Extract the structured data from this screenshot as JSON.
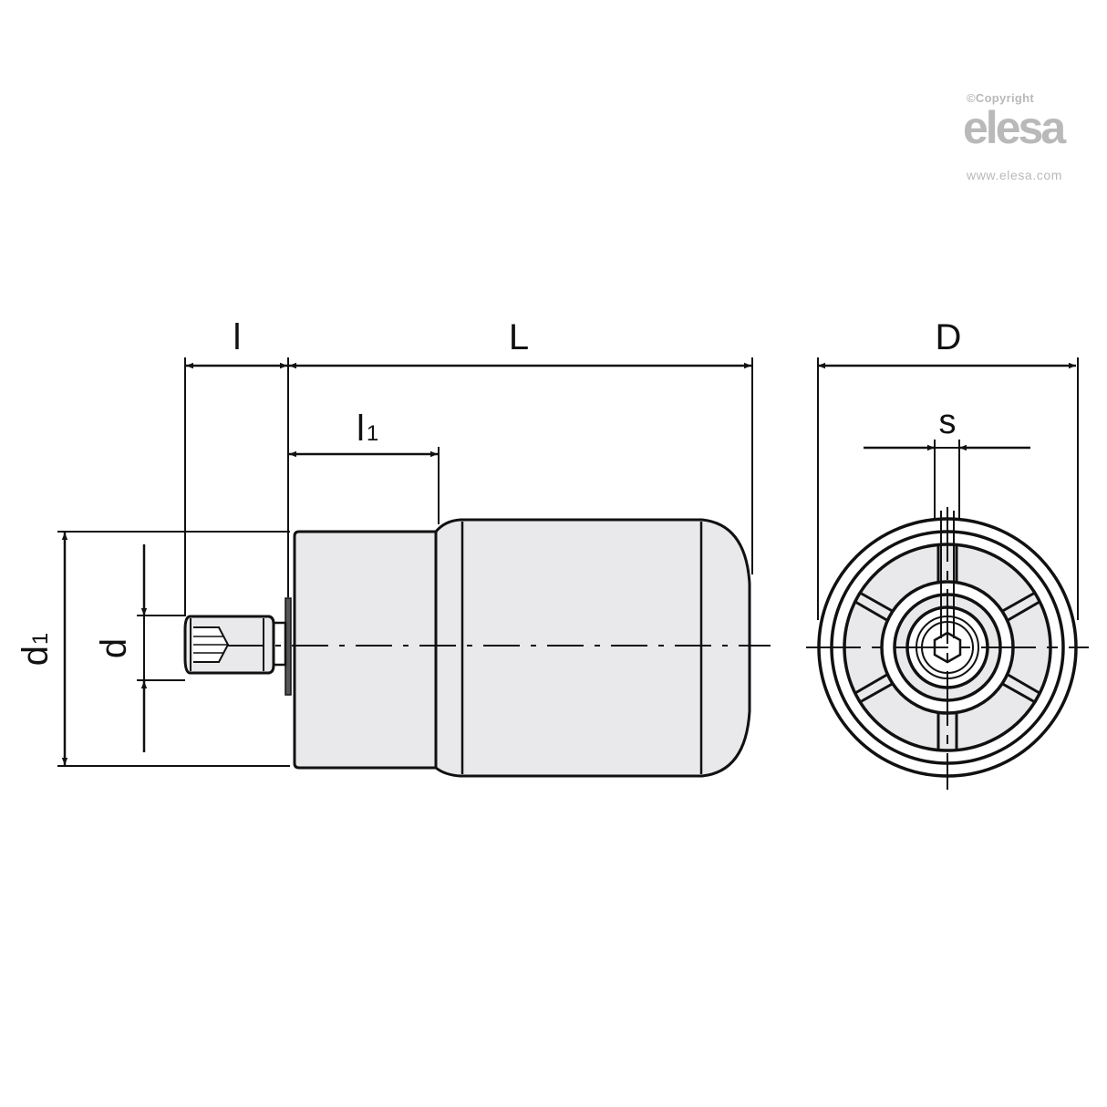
{
  "watermark": {
    "copyright": "©Copyright",
    "brand": "elesa",
    "url": "www.elesa.com"
  },
  "dimensions": {
    "l": "l",
    "L": "L",
    "l1_base": "l",
    "l1_sub": "1",
    "d1_base": "d",
    "d1_sub": "1",
    "d": "d",
    "D": "D",
    "s": "s"
  },
  "colors": {
    "line": "#111111",
    "fill": "#e9e9ec",
    "watermark": "#b9b9b9"
  }
}
